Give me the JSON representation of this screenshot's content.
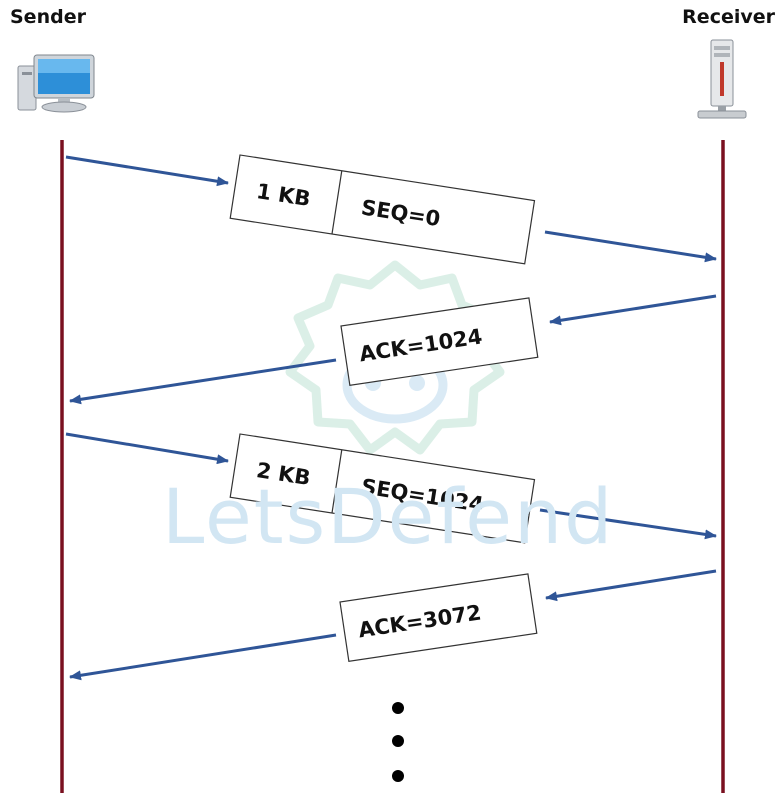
{
  "sender": {
    "label": "Sender",
    "icon": "desktop-computer-icon"
  },
  "receiver": {
    "label": "Receiver",
    "icon": "server-tower-icon"
  },
  "watermark": {
    "text": "LetsDefend",
    "icon": "letsdefend-logo-icon",
    "color": "#d2e6f3"
  },
  "colors": {
    "timeline": "#7a1020",
    "arrow": "#2f5597"
  },
  "messages": [
    {
      "direction": "sender-to-receiver",
      "size": "1 KB",
      "seq": "SEQ=0"
    },
    {
      "direction": "receiver-to-sender",
      "ack": "ACK=1024"
    },
    {
      "direction": "sender-to-receiver",
      "size": "2 KB",
      "seq": "SEQ=1024"
    },
    {
      "direction": "receiver-to-sender",
      "ack": "ACK=3072"
    }
  ],
  "continuation": "..."
}
